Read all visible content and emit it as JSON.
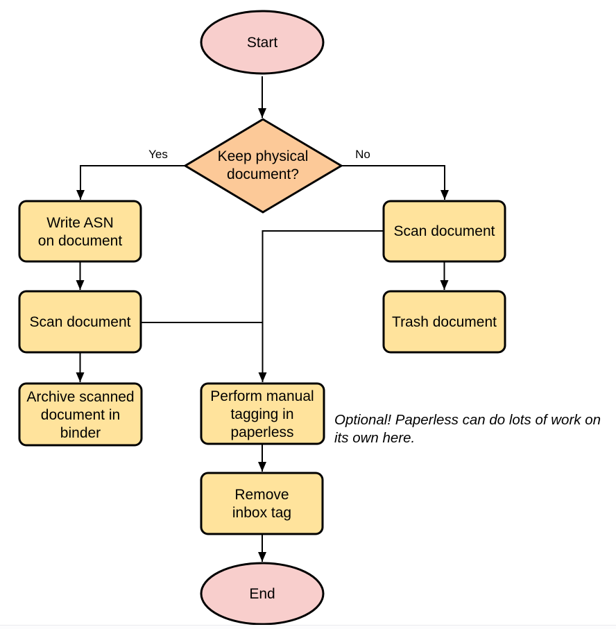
{
  "diagram_type": "flowchart",
  "colors": {
    "terminal_fill": "#f8cecc",
    "decision_fill": "#fcc998",
    "process_fill": "#ffe39c",
    "stroke": "#000000"
  },
  "nodes": {
    "start": {
      "label": "Start"
    },
    "decision": {
      "label": "Keep physical document?",
      "lines": [
        "Keep physical",
        "document?"
      ]
    },
    "write_asn": {
      "label": "Write ASN on document",
      "lines": [
        "Write ASN",
        "on document"
      ]
    },
    "scan_left": {
      "label": "Scan document"
    },
    "archive": {
      "label": "Archive scanned document in binder",
      "lines": [
        "Archive scanned",
        "document in",
        "binder"
      ]
    },
    "scan_right": {
      "label": "Scan document"
    },
    "trash": {
      "label": "Trash document"
    },
    "tagging": {
      "label": "Perform manual tagging in paperless",
      "lines": [
        "Perform manual",
        "tagging in",
        "paperless"
      ]
    },
    "remove_inbox": {
      "label": "Remove inbox tag",
      "lines": [
        "Remove",
        "inbox tag"
      ]
    },
    "end": {
      "label": "End"
    }
  },
  "edges": {
    "yes_label": "Yes",
    "no_label": "No"
  },
  "note": {
    "text": "Optional! Paperless can do lots of work on its own here.",
    "lines": [
      "Optional! Paperless can do lots of work on",
      "its own here."
    ]
  }
}
